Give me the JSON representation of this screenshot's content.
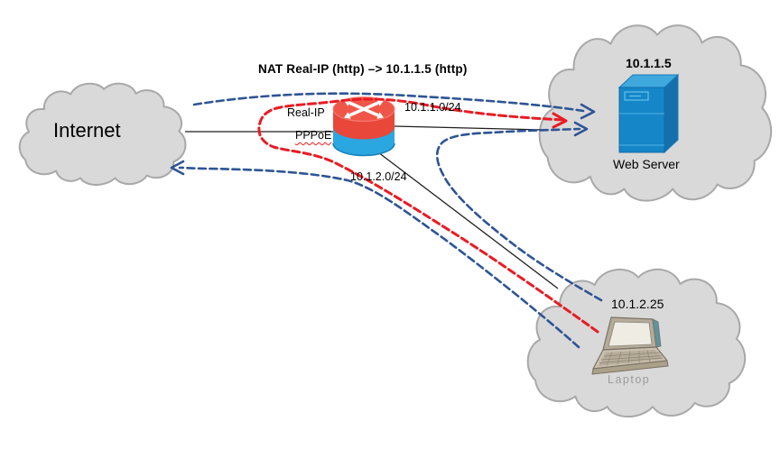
{
  "diagram": {
    "title": "NAT Real-IP (http) –> 10.1.1.5 (http)",
    "nodes": {
      "internet": {
        "label": "Internet",
        "icon": "cloud-icon"
      },
      "router": {
        "icon": "router-icon",
        "interface_top_label": "Real-IP",
        "interface_bottom_label": "PPPoE"
      },
      "web_server": {
        "ip": "10.1.1.5",
        "label": "Web Server",
        "icon": "server-icon"
      },
      "laptop": {
        "ip": "10.1.2.25",
        "label": "Laptop",
        "icon": "laptop-icon"
      }
    },
    "subnets": {
      "webserver_link": "10.1.1.0/24",
      "laptop_link": "10.1.2.0/24"
    },
    "flows": [
      {
        "name": "internet-to-webserver",
        "color": "#2e5496",
        "style": "dashed-arrow"
      },
      {
        "name": "laptop-hairpin-nat-to-webserver",
        "color": "#e81c23",
        "style": "dashed-arrow"
      },
      {
        "name": "laptop-to-webserver",
        "color": "#2e5496",
        "style": "dashed-arrow"
      },
      {
        "name": "laptop-to-internet",
        "color": "#2e5496",
        "style": "dashed-arrow"
      }
    ],
    "colors": {
      "flow_blue": "#2e5496",
      "flow_red": "#e81c23",
      "cloud_fill": "#d9d9d9",
      "cloud_stroke": "#a8a8a8",
      "router_red": "#ea4335",
      "router_blue": "#2aa7e0",
      "server_blue": "#1586c8",
      "laptop_beige": "#c9bfae"
    }
  }
}
